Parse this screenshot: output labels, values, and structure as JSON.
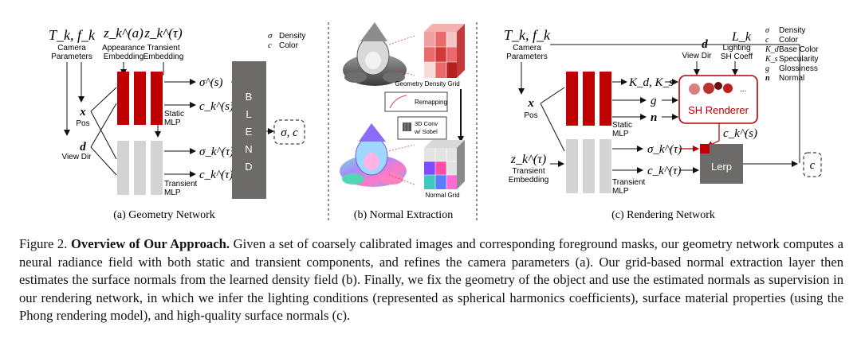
{
  "panel_a": {
    "title": "(a) Geometry Network",
    "camera_sym": "T_k, f_k",
    "camera_label_1": "Camera",
    "camera_label_2": "Parameters",
    "app_sym": "z_k^(a)",
    "app_label_1": "Appearance",
    "app_label_2": "Embedding",
    "trans_sym": "z_k^(τ)",
    "trans_label_1": "Transient",
    "trans_label_2": "Embedding",
    "legend_sigma": "σ",
    "legend_sigma_label": "Density",
    "legend_c": "c",
    "legend_c_label": "Color",
    "x_sym": "x",
    "x_label": "Pos",
    "d_sym": "d",
    "d_label": "View Dir",
    "static_label_1": "Static",
    "static_label_2": "MLP",
    "transient_label_1": "Transient",
    "transient_label_2": "MLP",
    "out_sigma_s": "σ^(s)",
    "out_c_s": "c_k^(s)",
    "out_sigma_t": "σ_k^(τ)",
    "out_c_t": "c_k^(τ)",
    "blend_letters": [
      "B",
      "L",
      "E",
      "N",
      "D"
    ],
    "final_output": "σ, c"
  },
  "panel_b": {
    "title": "(b) Normal Extraction",
    "density_grid_label": "Geometry Density Grid",
    "remapping_label": "Remapping",
    "conv_label_1": "3D Conv",
    "conv_label_2": "w/ Sobel",
    "normal_grid_label": "Normal Grid"
  },
  "panel_c": {
    "title": "(c) Rendering Network",
    "camera_sym": "T_k, f_k",
    "camera_label_1": "Camera",
    "camera_label_2": "Parameters",
    "d_sym": "d",
    "d_label": "View Dir",
    "lighting_sym": "L_k",
    "lighting_label_1": "Lighting",
    "lighting_label_2": "SH Coeff",
    "legend": [
      {
        "sym": "σ",
        "label": "Density"
      },
      {
        "sym": "c",
        "label": "Color"
      },
      {
        "sym": "K_d",
        "label": "Base Color"
      },
      {
        "sym": "K_s",
        "label": "Specularity"
      },
      {
        "sym": "g",
        "label": "Glossiness"
      },
      {
        "sym": "n",
        "label": "Normal"
      }
    ],
    "x_sym": "x",
    "x_label": "Pos",
    "trans_sym": "z_k^(τ)",
    "trans_label_1": "Transient",
    "trans_label_2": "Embedding",
    "static_label_1": "Static",
    "static_label_2": "MLP",
    "transient_label_1": "Transient",
    "transient_label_2": "MLP",
    "out_kdks": "K_d, K_s",
    "out_g": "g",
    "out_n": "n",
    "sh_renderer_label": "SH Renderer",
    "sh_dots": "...",
    "out_c_s": "c_k^(s)",
    "out_sigma_t": "σ_k^(τ)",
    "out_c_t": "c_k^(τ)",
    "lerp_label": "Lerp",
    "final_output": "c"
  },
  "caption": {
    "prefix": "Figure 2. ",
    "bold": "Overview of Our Approach.",
    "text": " Given a set of coarsely calibrated images and corresponding foreground masks, our geometry network computes a neural radiance field with both static and transient components, and refines the camera parameters (a). Our grid-based normal extraction layer then estimates the surface normals from the learned density field (b). Finally, we fix the geometry of the object and use the estimated normals as supervision in our rendering network, in which we infer the lighting conditions (represented as spherical harmonics coefficients), surface material properties (using the Phong rendering model), and high-quality surface normals (c)."
  },
  "colors": {
    "mlp_red": "#c00000",
    "mlp_grey": "#d3d3d3",
    "blend_box": "#6d6a6a",
    "sh_border": "#b00000"
  }
}
